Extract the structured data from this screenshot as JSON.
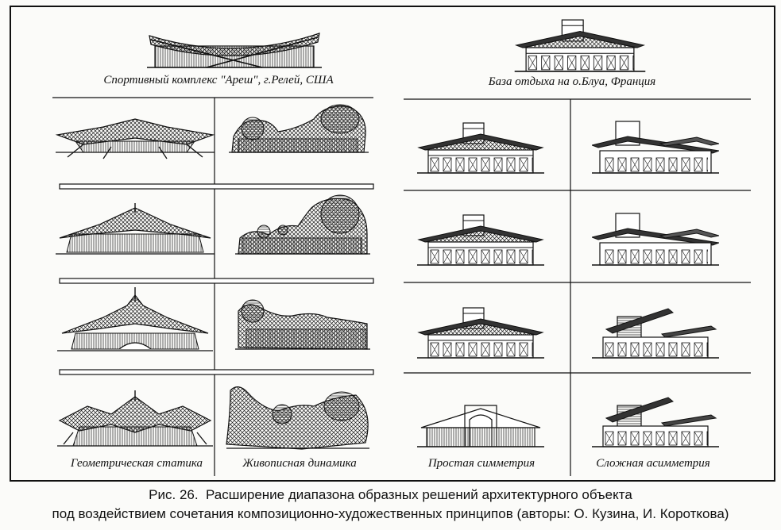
{
  "captions": {
    "sports_complex": "Спортивный комплекс \"Ареш\", г.Релей, США",
    "resort": "База отдыха на о.Блуа, Франция",
    "geometric_statics": "Геометрическая статика",
    "picturesque_dynamics": "Живописная динамика",
    "simple_symmetry": "Простая симметрия",
    "complex_asymmetry": "Сложная асимметрия"
  },
  "figure_caption": {
    "line1": "Рис. 26.  Расширение диапазона образных решений архитектурного объекта",
    "line2": "под воздействием сочетания композиционно-художественных принципов (авторы: О. Кузина, И. Короткова)"
  }
}
